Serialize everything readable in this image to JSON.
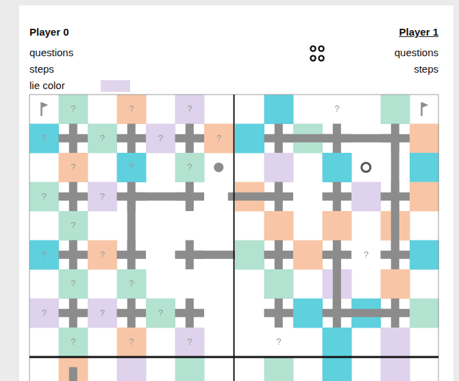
{
  "diagram": {
    "labels": [
      "Player 0",
      "questions",
      "steps",
      "Player 1",
      "questions",
      "steps",
      "?",
      "?",
      "?",
      "?",
      "?",
      "?",
      "?",
      "?",
      "?",
      "?",
      "?",
      "?",
      "?",
      "?",
      "?",
      "?",
      "?",
      "?",
      "?",
      "?",
      "?",
      "?",
      "?",
      "?",
      "?",
      "?"
    ],
    "legend": [
      {
        "text": "lie color",
        "color": "#e1d5ec"
      }
    ]
  }
}
